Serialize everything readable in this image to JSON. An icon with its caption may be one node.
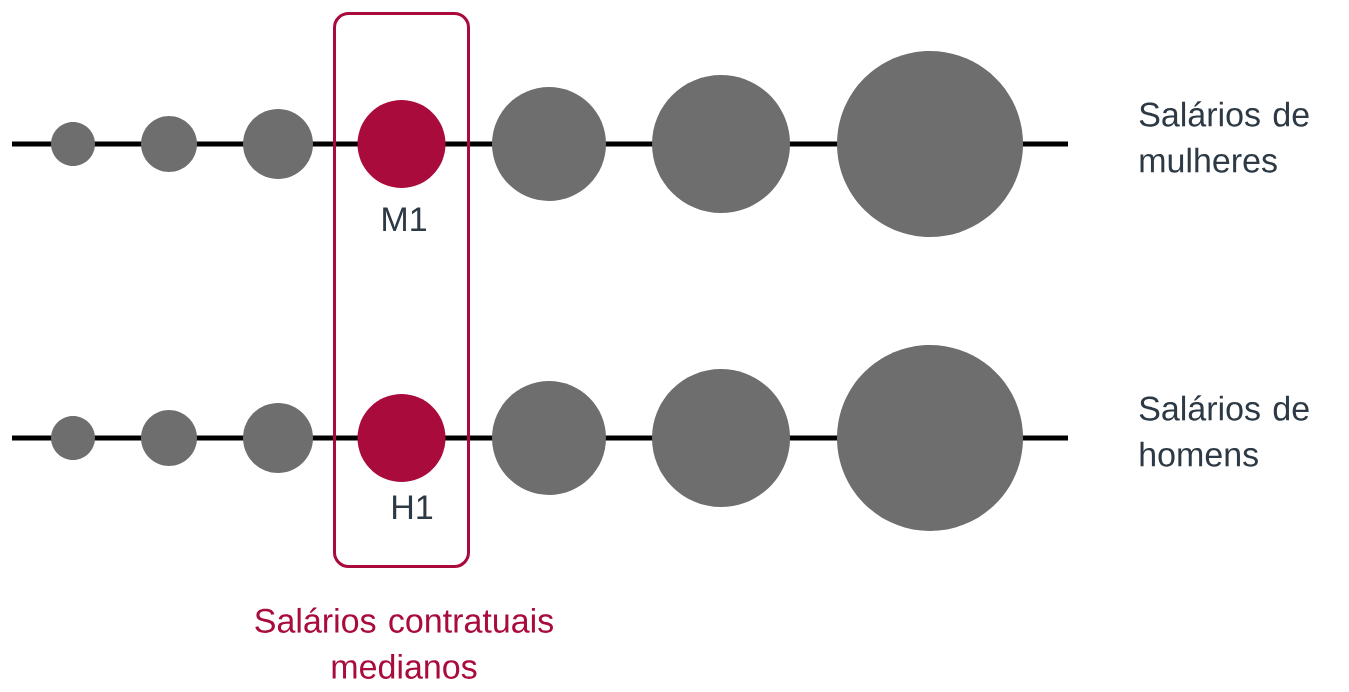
{
  "diagram": {
    "nodes": [
      {
        "text": [],
        "shape": "box",
        "beside": [
          "Salários contratuais medianos"
        ]
      },
      {
        "text": [],
        "shape": "circle"
      },
      {
        "text": [],
        "shape": "circle"
      },
      {
        "text": [],
        "shape": "circle"
      },
      {
        "text": [],
        "shape": "circle",
        "in": 0,
        "beside": [
          "M1"
        ]
      },
      {
        "text": [],
        "shape": "circle"
      },
      {
        "text": [],
        "shape": "circle"
      },
      {
        "text": [],
        "shape": "circle"
      },
      {
        "text": [],
        "shape": "circle"
      },
      {
        "text": [],
        "shape": "circle"
      },
      {
        "text": [],
        "shape": "circle"
      },
      {
        "text": [],
        "shape": "circle",
        "in": 0,
        "beside": [
          "H1"
        ]
      },
      {
        "text": [],
        "shape": "circle"
      },
      {
        "text": [],
        "shape": "circle"
      },
      {
        "text": [],
        "shape": "circle"
      }
    ],
    "labels": [
      "Salários de mulheres",
      "Salários de homens"
    ]
  }
}
